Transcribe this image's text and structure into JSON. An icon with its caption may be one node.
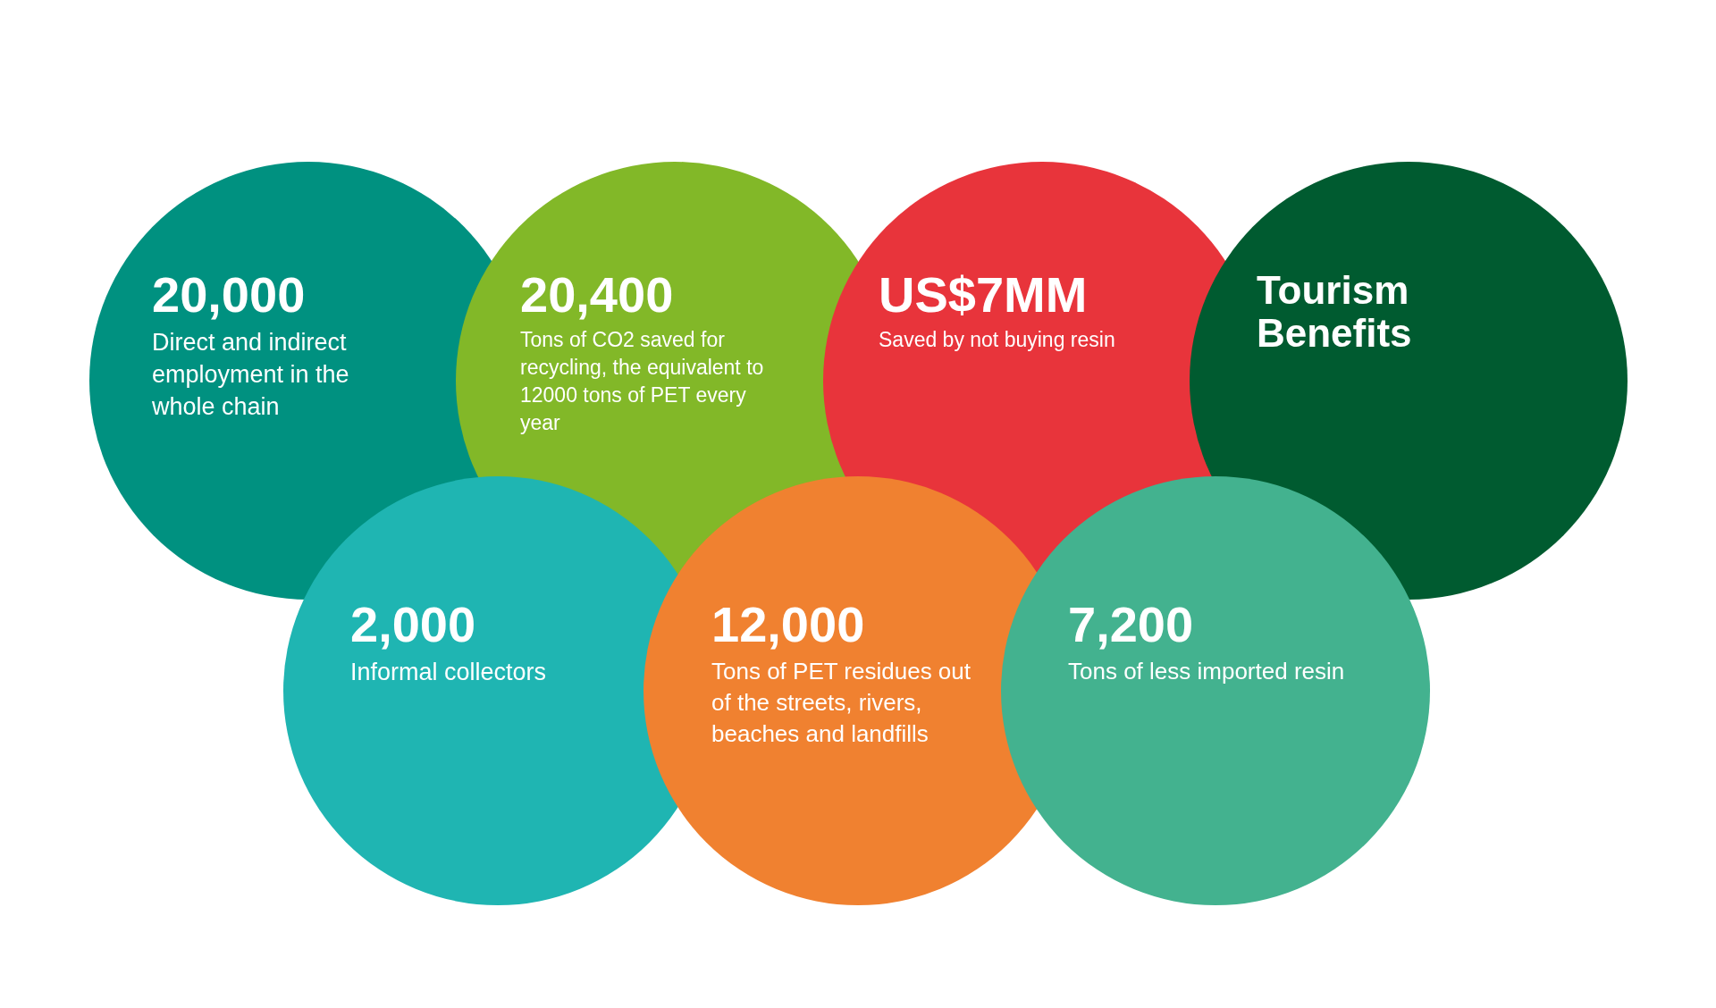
{
  "diagram": {
    "nodes": [
      {
        "text": [
          "20,000",
          "Direct and indirect employment in the whole chain"
        ]
      },
      {
        "text": [
          "20,400",
          "Tons of CO2 saved for recycling, the equivalent to 12000 tons of PET every year"
        ]
      },
      {
        "text": [
          "US$7MM",
          "Saved by not buying resin"
        ]
      },
      {
        "text": [
          "Tourism Benefits"
        ]
      },
      {
        "text": [
          "2,000",
          "Informal collectors"
        ]
      },
      {
        "text": [
          "12,000",
          "Tons of PET residues out of the streets, rivers, beaches and landfills"
        ]
      },
      {
        "text": [
          "7,200",
          "Tons of less imported resin"
        ]
      }
    ]
  }
}
